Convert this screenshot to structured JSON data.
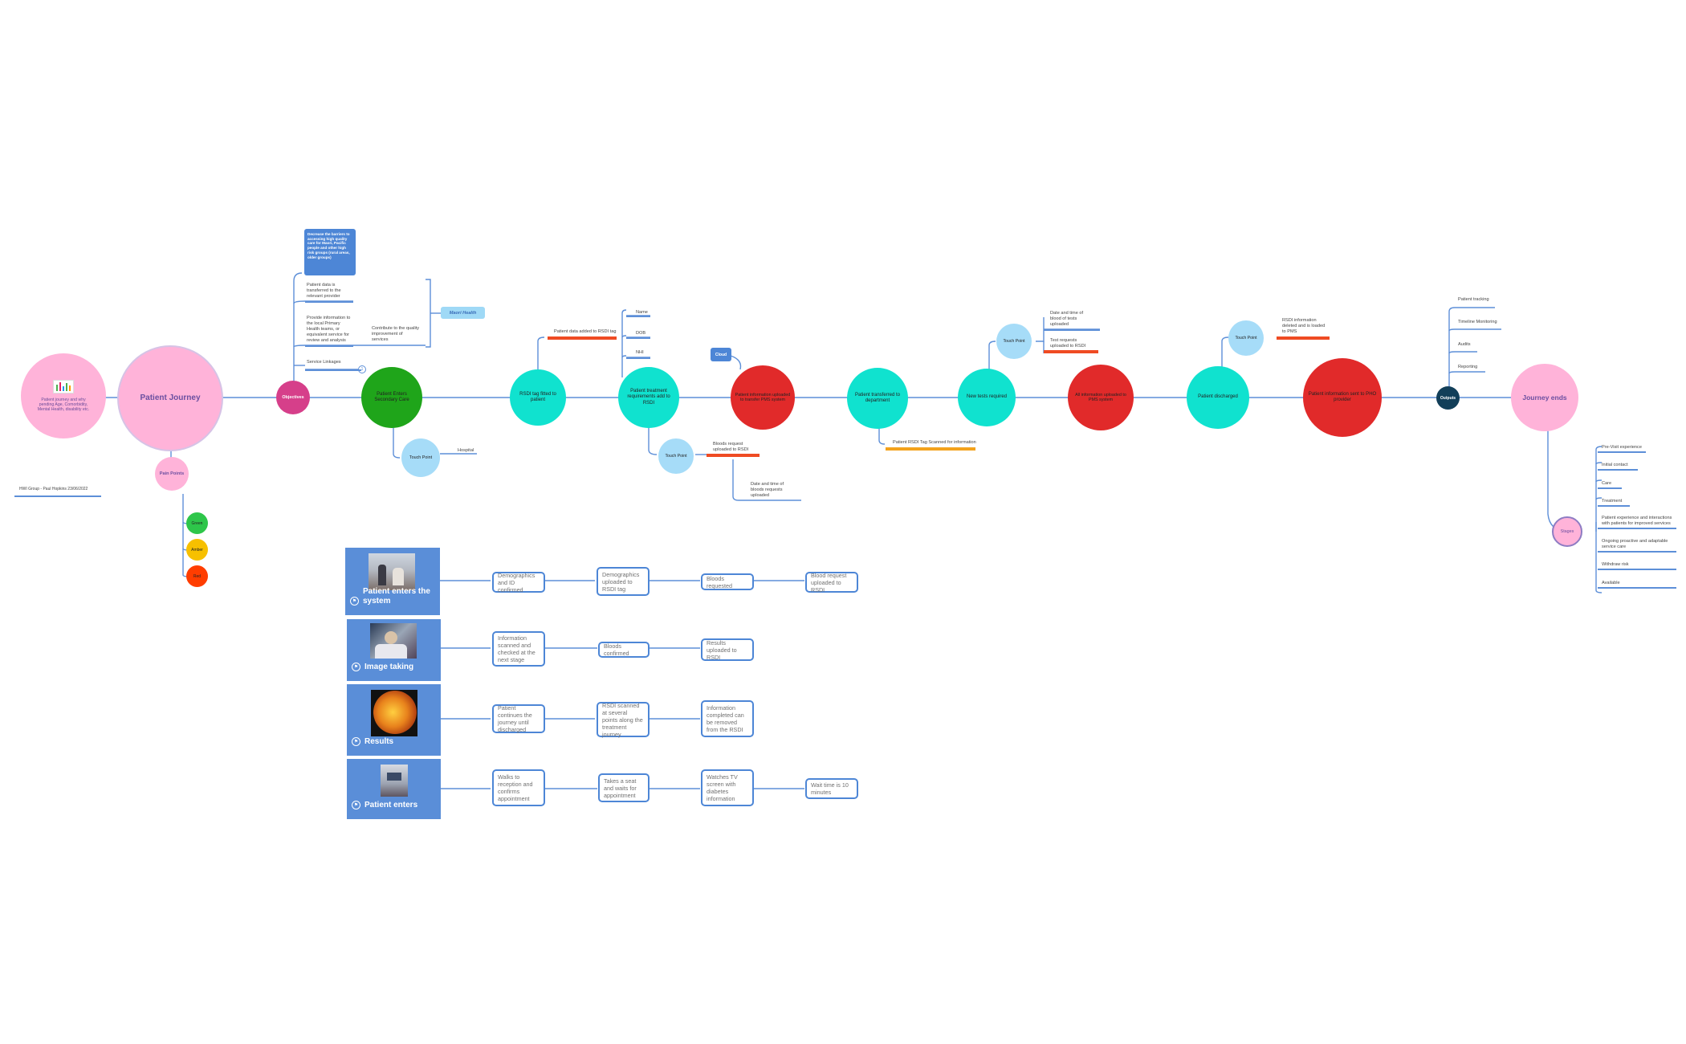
{
  "colors": {
    "pink": "#ffb3d9",
    "magenta": "#d63f8a",
    "green": "#1fa51a",
    "teal": "#10e2cf",
    "light_blue": "#a6dcf8",
    "red": "#e12a2a",
    "navy": "#123f59",
    "card_blue": "#5a8ed8",
    "line_blue": "#5d8fd8",
    "orange_red": "#ef4b23",
    "amber": "#f3a21c"
  },
  "intro": {
    "summary_label": "Patient journey and why pending Age, Comorbidity, Mental Health, disability etc.",
    "title": "Patient Journey",
    "pain_points": "Pain Points",
    "status_green": "Green",
    "status_amber": "Amber",
    "status_red": "Red",
    "credit": "HWI Group - Paul Hopkins 23/06/2022"
  },
  "objectives": {
    "node": "Objectives",
    "aim": "Decrease the barriers to accessing high quality care for Maori, Pacific people and other high risk groups (rural areas, older groups)",
    "item1": "Patient data is transferred to the relevant provider",
    "item2": "Provide information to the local Primary Health teams, or equivalent service for review and analysis",
    "item3": "Contribute to the quality improvement of services",
    "item4": "Service Linkages",
    "tag": "Maori Health",
    "service_badge": "1"
  },
  "flow": {
    "enters": "Patient Enters Secondary Care",
    "touch1": "Touch Point",
    "hospital": "Hospital",
    "rsdi_fitted": "RSDI tag fitted to patient",
    "rsdi_detail": "Patient data added to RSDI tag",
    "treatment": "Patient treatment requirements add to RSDI",
    "field_name": "Name",
    "field_dob": "DOB",
    "field_nhi": "NHI",
    "touch2": "Touch Point",
    "bloods_uploaded": "Bloods request uploaded to RSDI",
    "date_blood": "Date and time of bloods requests uploaded",
    "info_uploaded": "Patient information uploaded to transfer PMS system",
    "cloud": "Cloud",
    "transferred": "Patient transferred to department",
    "rsdi_scanned": "Patient RSDI Tag Scanned for information",
    "new_tests": "New tests required",
    "touch3": "Touch Point",
    "date_tests": "Date and time of blood of tests uploaded",
    "test_requests": "Test requests uploaded to RSDI",
    "all_info": "All information uploaded to PMS system",
    "discharged": "Patient discharged",
    "touch4": "Touch Point",
    "rsdi_deleted": "RSDI information deleted and is loaded to PMS",
    "info_sent": "Patient information sent to PHO provider",
    "outputs": "Outputs",
    "out1": "Patient tracking",
    "out2": "Timeline Monitoring",
    "out3": "Audits",
    "out4": "Reporting",
    "journey_ends": "Journey ends"
  },
  "stages": {
    "node": "Stages",
    "items": [
      "Pre-Visit experience",
      "Initial contact",
      "Care",
      "Treatment",
      "Patient experience and interactions with patients for improved services",
      "Ongoing proactive and adaptable service care",
      "Withdraw risk",
      "Available"
    ]
  },
  "swimlanes": [
    {
      "title": "Patient enters the system",
      "steps": [
        "Demographics and ID confirmed",
        "Demographics uploaded to RSDI tag",
        "Bloods requested",
        "Blood request uploaded to RSDI"
      ]
    },
    {
      "title": "Image taking",
      "steps": [
        "Information scanned and checked at the next stage",
        "Bloods confirmed",
        "Results uploaded to RSDI"
      ]
    },
    {
      "title": "Results",
      "steps": [
        "Patient continues the journey until discharged",
        "RSDI scanned at several points along the treatment journey",
        "Information completed can be removed from the RSDI"
      ]
    },
    {
      "title": "Patient enters",
      "steps": [
        "Walks to reception and confirms appointment",
        "Takes a seat and waits for appointment",
        "Watches TV screen with diabetes information",
        "Wait time is 10 minutes"
      ]
    }
  ]
}
